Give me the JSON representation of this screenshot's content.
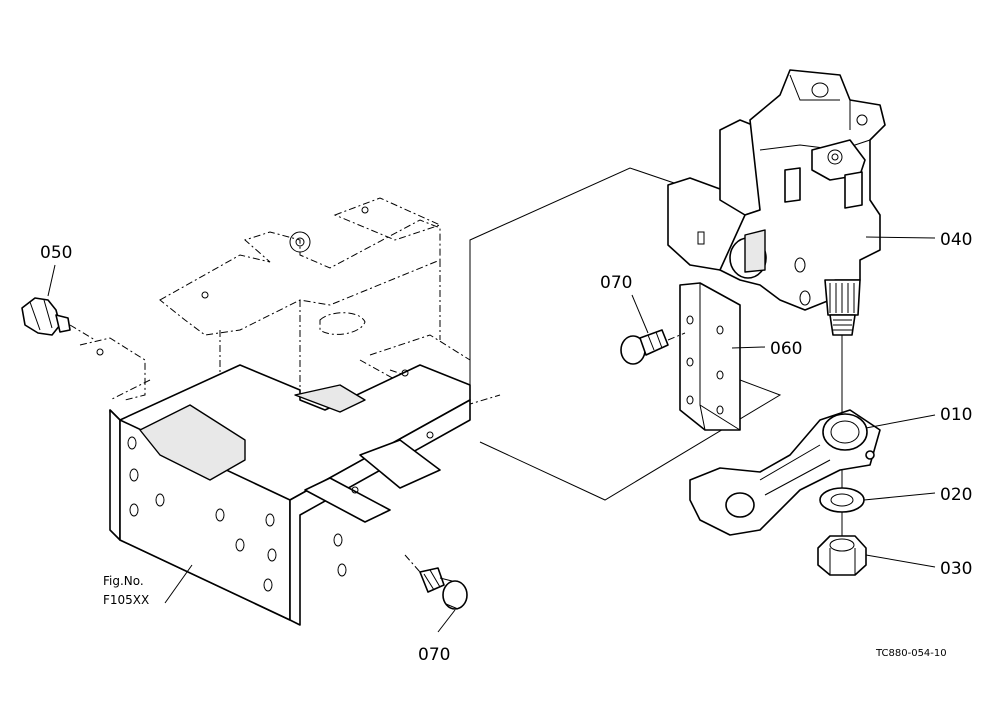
{
  "callouts": {
    "p010": "010",
    "p020": "020",
    "p030": "030",
    "p040": "040",
    "p050": "050",
    "p060": "060",
    "p070_top": "070",
    "p070_bottom": "070"
  },
  "fig_ref": {
    "line1": "Fig.No.",
    "line2": "F105XX"
  },
  "drawing_code": "TC880-054-10"
}
